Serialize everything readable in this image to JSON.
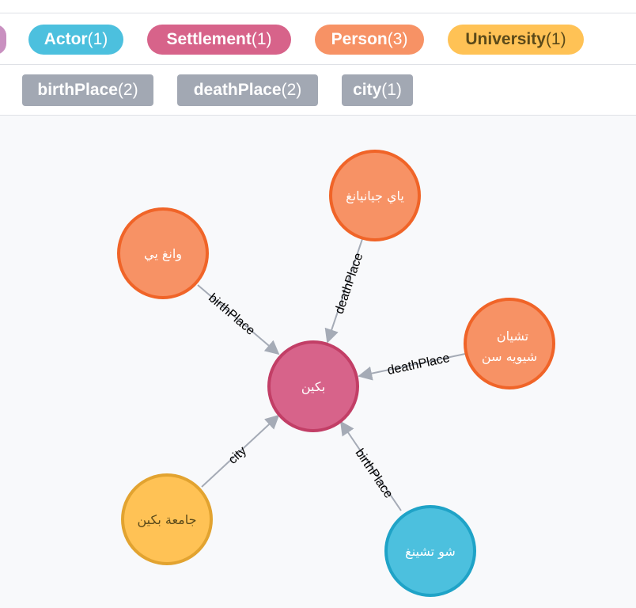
{
  "labels": [
    {
      "name": "",
      "count": "",
      "color": "#c990c0"
    },
    {
      "name": "Actor",
      "count": "(1)",
      "color": "#4cc0de"
    },
    {
      "name": "Settlement",
      "count": "(1)",
      "color": "#d7638a"
    },
    {
      "name": "Person",
      "count": "(3)",
      "color": "#f79265"
    },
    {
      "name": "University",
      "count": "(1)",
      "color": "#ffc255"
    }
  ],
  "relationships": [
    {
      "name": "birthPlace",
      "count": "(2)"
    },
    {
      "name": "deathPlace",
      "count": "(2)"
    },
    {
      "name": "city",
      "count": "(1)"
    }
  ],
  "graph": {
    "nodes": [
      {
        "id": "beijing",
        "label": "بكين",
        "type": "Settlement",
        "fill": "#d7638a",
        "stroke": "#c23e66"
      },
      {
        "id": "wangyi",
        "label": "وانغ يي",
        "type": "Person",
        "fill": "#f79265",
        "stroke": "#f06428"
      },
      {
        "id": "yaigian",
        "label": "ياي جيانيانغ",
        "type": "Person",
        "fill": "#f79265",
        "stroke": "#f06428"
      },
      {
        "id": "tashiyan_l1",
        "label": "تشيان",
        "type": "Person",
        "fill": "#f79265",
        "stroke": "#f06428"
      },
      {
        "id": "tashiyan_l2",
        "label": "شيويه سن",
        "type": "Person",
        "fill": "#f79265",
        "stroke": "#f06428"
      },
      {
        "id": "univ",
        "label": "جامعة بكين",
        "type": "University",
        "fill": "#ffc255",
        "stroke": "#e2a330"
      },
      {
        "id": "shu",
        "label": "شو تشينغ",
        "type": "Actor",
        "fill": "#4cc0de",
        "stroke": "#1fa3c7"
      }
    ],
    "edges": [
      {
        "label": "birthPlace"
      },
      {
        "label": "deathPlace"
      },
      {
        "label": "deathPlace"
      },
      {
        "label": "city"
      },
      {
        "label": "birthPlace"
      }
    ]
  }
}
